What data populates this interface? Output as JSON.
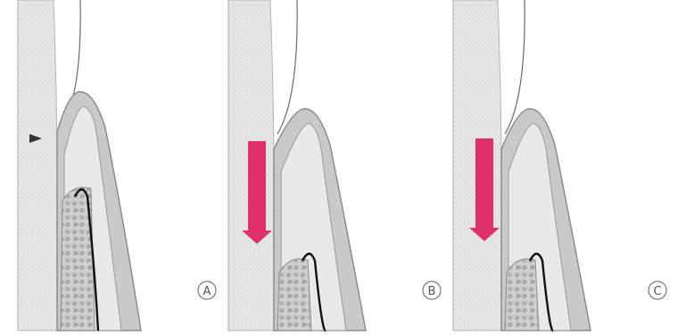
{
  "figure": {
    "panels": [
      {
        "id": "a",
        "label": "A",
        "has_arrow": false,
        "has_marker": true
      },
      {
        "id": "b",
        "label": "B",
        "has_arrow": true,
        "has_marker": false
      },
      {
        "id": "c",
        "label": "C",
        "has_arrow": true,
        "has_marker": false
      }
    ],
    "colors": {
      "background": "#ffffff",
      "root_fill": "#e6e6e6",
      "root_stipple": "#c4c4c4",
      "bone_fill": "#c9c9c9",
      "bone_stroke": "#888888",
      "bone_marrow": "#a9a9a9",
      "gingiva_line": "#6a6a6a",
      "arrow": "#e0306a",
      "marker": "#333333",
      "panel_divider": "#d8d8d8"
    }
  }
}
